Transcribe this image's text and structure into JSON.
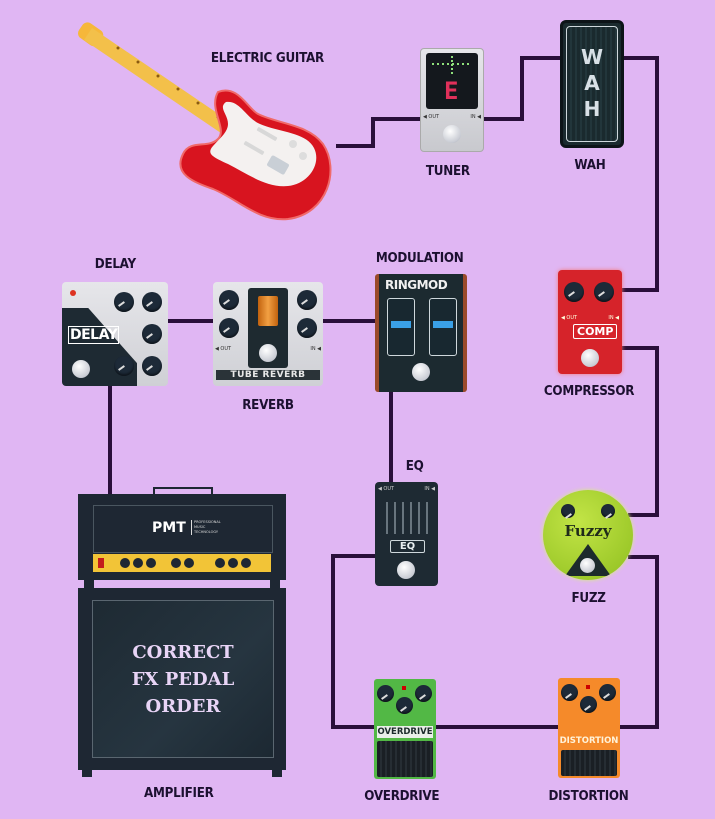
{
  "diagram": {
    "title_lines": [
      "CORRECT",
      "FX PEDAL",
      "ORDER"
    ],
    "signal_chain": [
      "ELECTRIC GUITAR",
      "TUNER",
      "WAH",
      "COMPRESSOR",
      "FUZZ",
      "DISTORTION",
      "OVERDRIVE",
      "EQ",
      "MODULATION",
      "REVERB",
      "DELAY",
      "AMPLIFIER"
    ],
    "cable_color": "#2a0f3a",
    "background_color": "#e0b6f3"
  },
  "nodes": {
    "guitar": {
      "label": "ELECTRIC GUITAR"
    },
    "tuner": {
      "label": "TUNER",
      "display_note": "E",
      "jack_out": "◀ OUT",
      "jack_in": "IN ◀"
    },
    "wah": {
      "label": "WAH",
      "face_text": [
        "W",
        "A",
        "H"
      ]
    },
    "compressor": {
      "label": "COMPRESSOR",
      "face_text": "COMP",
      "jack_out": "◀ OUT",
      "jack_in": "IN ◀",
      "color": "#d6232a"
    },
    "fuzz": {
      "label": "FUZZ",
      "face_text": "Fuzzy",
      "color": "#a6d22c"
    },
    "distortion": {
      "label": "DISTORTION",
      "face_text": "DISTORTION",
      "color": "#f58a2a"
    },
    "overdrive": {
      "label": "OVERDRIVE",
      "face_text": "OVERDRIVE",
      "color": "#52b845"
    },
    "eq": {
      "label": "EQ",
      "face_text": "EQ",
      "jack_out": "◀ OUT",
      "jack_in": "IN ◀"
    },
    "modulation": {
      "label": "MODULATION",
      "face_text": "RINGMOD"
    },
    "reverb": {
      "label": "REVERB",
      "face_text": "TUBE REVERB",
      "jack_out": "◀ OUT",
      "jack_in": "IN ◀"
    },
    "delay": {
      "label": "DELAY",
      "face_text": "DELAY"
    },
    "amplifier": {
      "label": "AMPLIFIER",
      "brand": "PMT",
      "brand_sub": [
        "PROFESSIONAL",
        "MUSIC",
        "TECHNOLOGY"
      ]
    }
  }
}
